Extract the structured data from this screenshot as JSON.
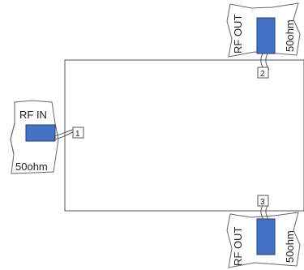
{
  "ports": [
    {
      "number": "1",
      "name": "RF IN",
      "impedance": "50ohm"
    },
    {
      "number": "2",
      "name": "RF OUT",
      "impedance": "50ohm"
    },
    {
      "number": "3",
      "name": "RF OUT",
      "impedance": "50ohm"
    }
  ],
  "colors": {
    "line": "#555555",
    "connector_fill": "#4472c4",
    "connector_stroke": "#1f3d7a"
  }
}
